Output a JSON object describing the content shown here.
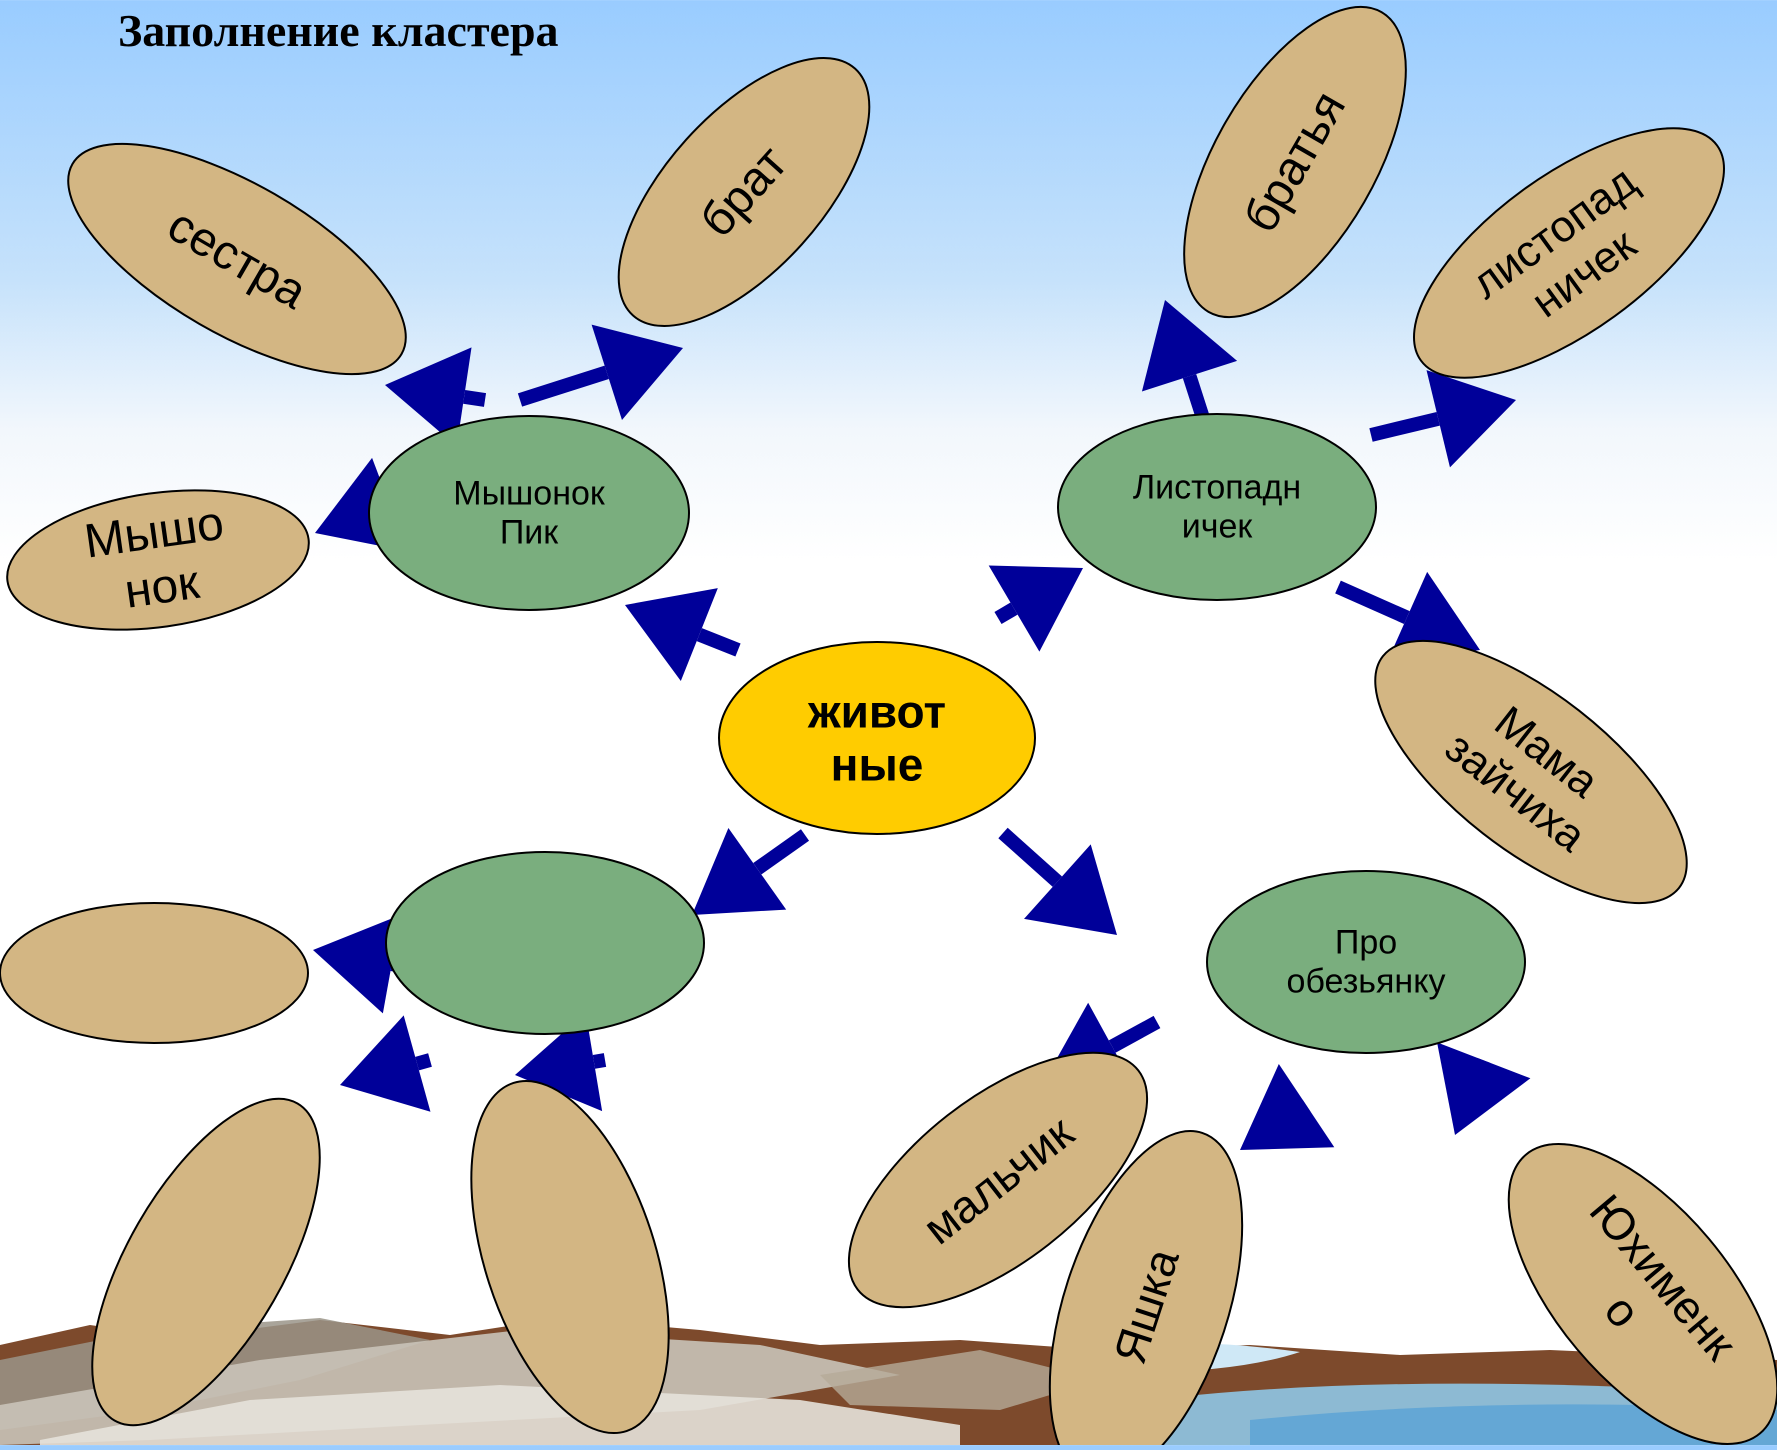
{
  "title": "Заполнение кластера",
  "colors": {
    "center_fill": "#ffcc00",
    "topic_fill": "#7aae7e",
    "leaf_fill": "#d3b683",
    "arrow": "#000099",
    "outline": "#000000"
  },
  "center": {
    "lines": [
      "живот",
      "ные"
    ]
  },
  "topics": [
    {
      "id": "mouse",
      "lines": [
        "Мышонок",
        "Пик"
      ]
    },
    {
      "id": "hare",
      "lines": [
        "Листопадн",
        "ичек"
      ]
    },
    {
      "id": "empty",
      "lines": []
    },
    {
      "id": "monkey",
      "lines": [
        "Про",
        "обезьянку"
      ]
    }
  ],
  "leaves": [
    {
      "topic": "mouse",
      "lines": [
        "сестра"
      ]
    },
    {
      "topic": "mouse",
      "lines": [
        "брат"
      ]
    },
    {
      "topic": "mouse",
      "lines": [
        "Мышо",
        "нок"
      ]
    },
    {
      "topic": "hare",
      "lines": [
        "братья"
      ]
    },
    {
      "topic": "hare",
      "lines": [
        "листопад",
        "ничек"
      ]
    },
    {
      "topic": "hare",
      "lines": [
        "Мама",
        "зайчиха"
      ]
    },
    {
      "topic": "empty",
      "lines": []
    },
    {
      "topic": "empty",
      "lines": []
    },
    {
      "topic": "empty",
      "lines": []
    },
    {
      "topic": "monkey",
      "lines": [
        "мальчик"
      ]
    },
    {
      "topic": "monkey",
      "lines": [
        "Яшка"
      ]
    },
    {
      "topic": "monkey",
      "lines": [
        "Юхименк",
        "о"
      ]
    }
  ]
}
